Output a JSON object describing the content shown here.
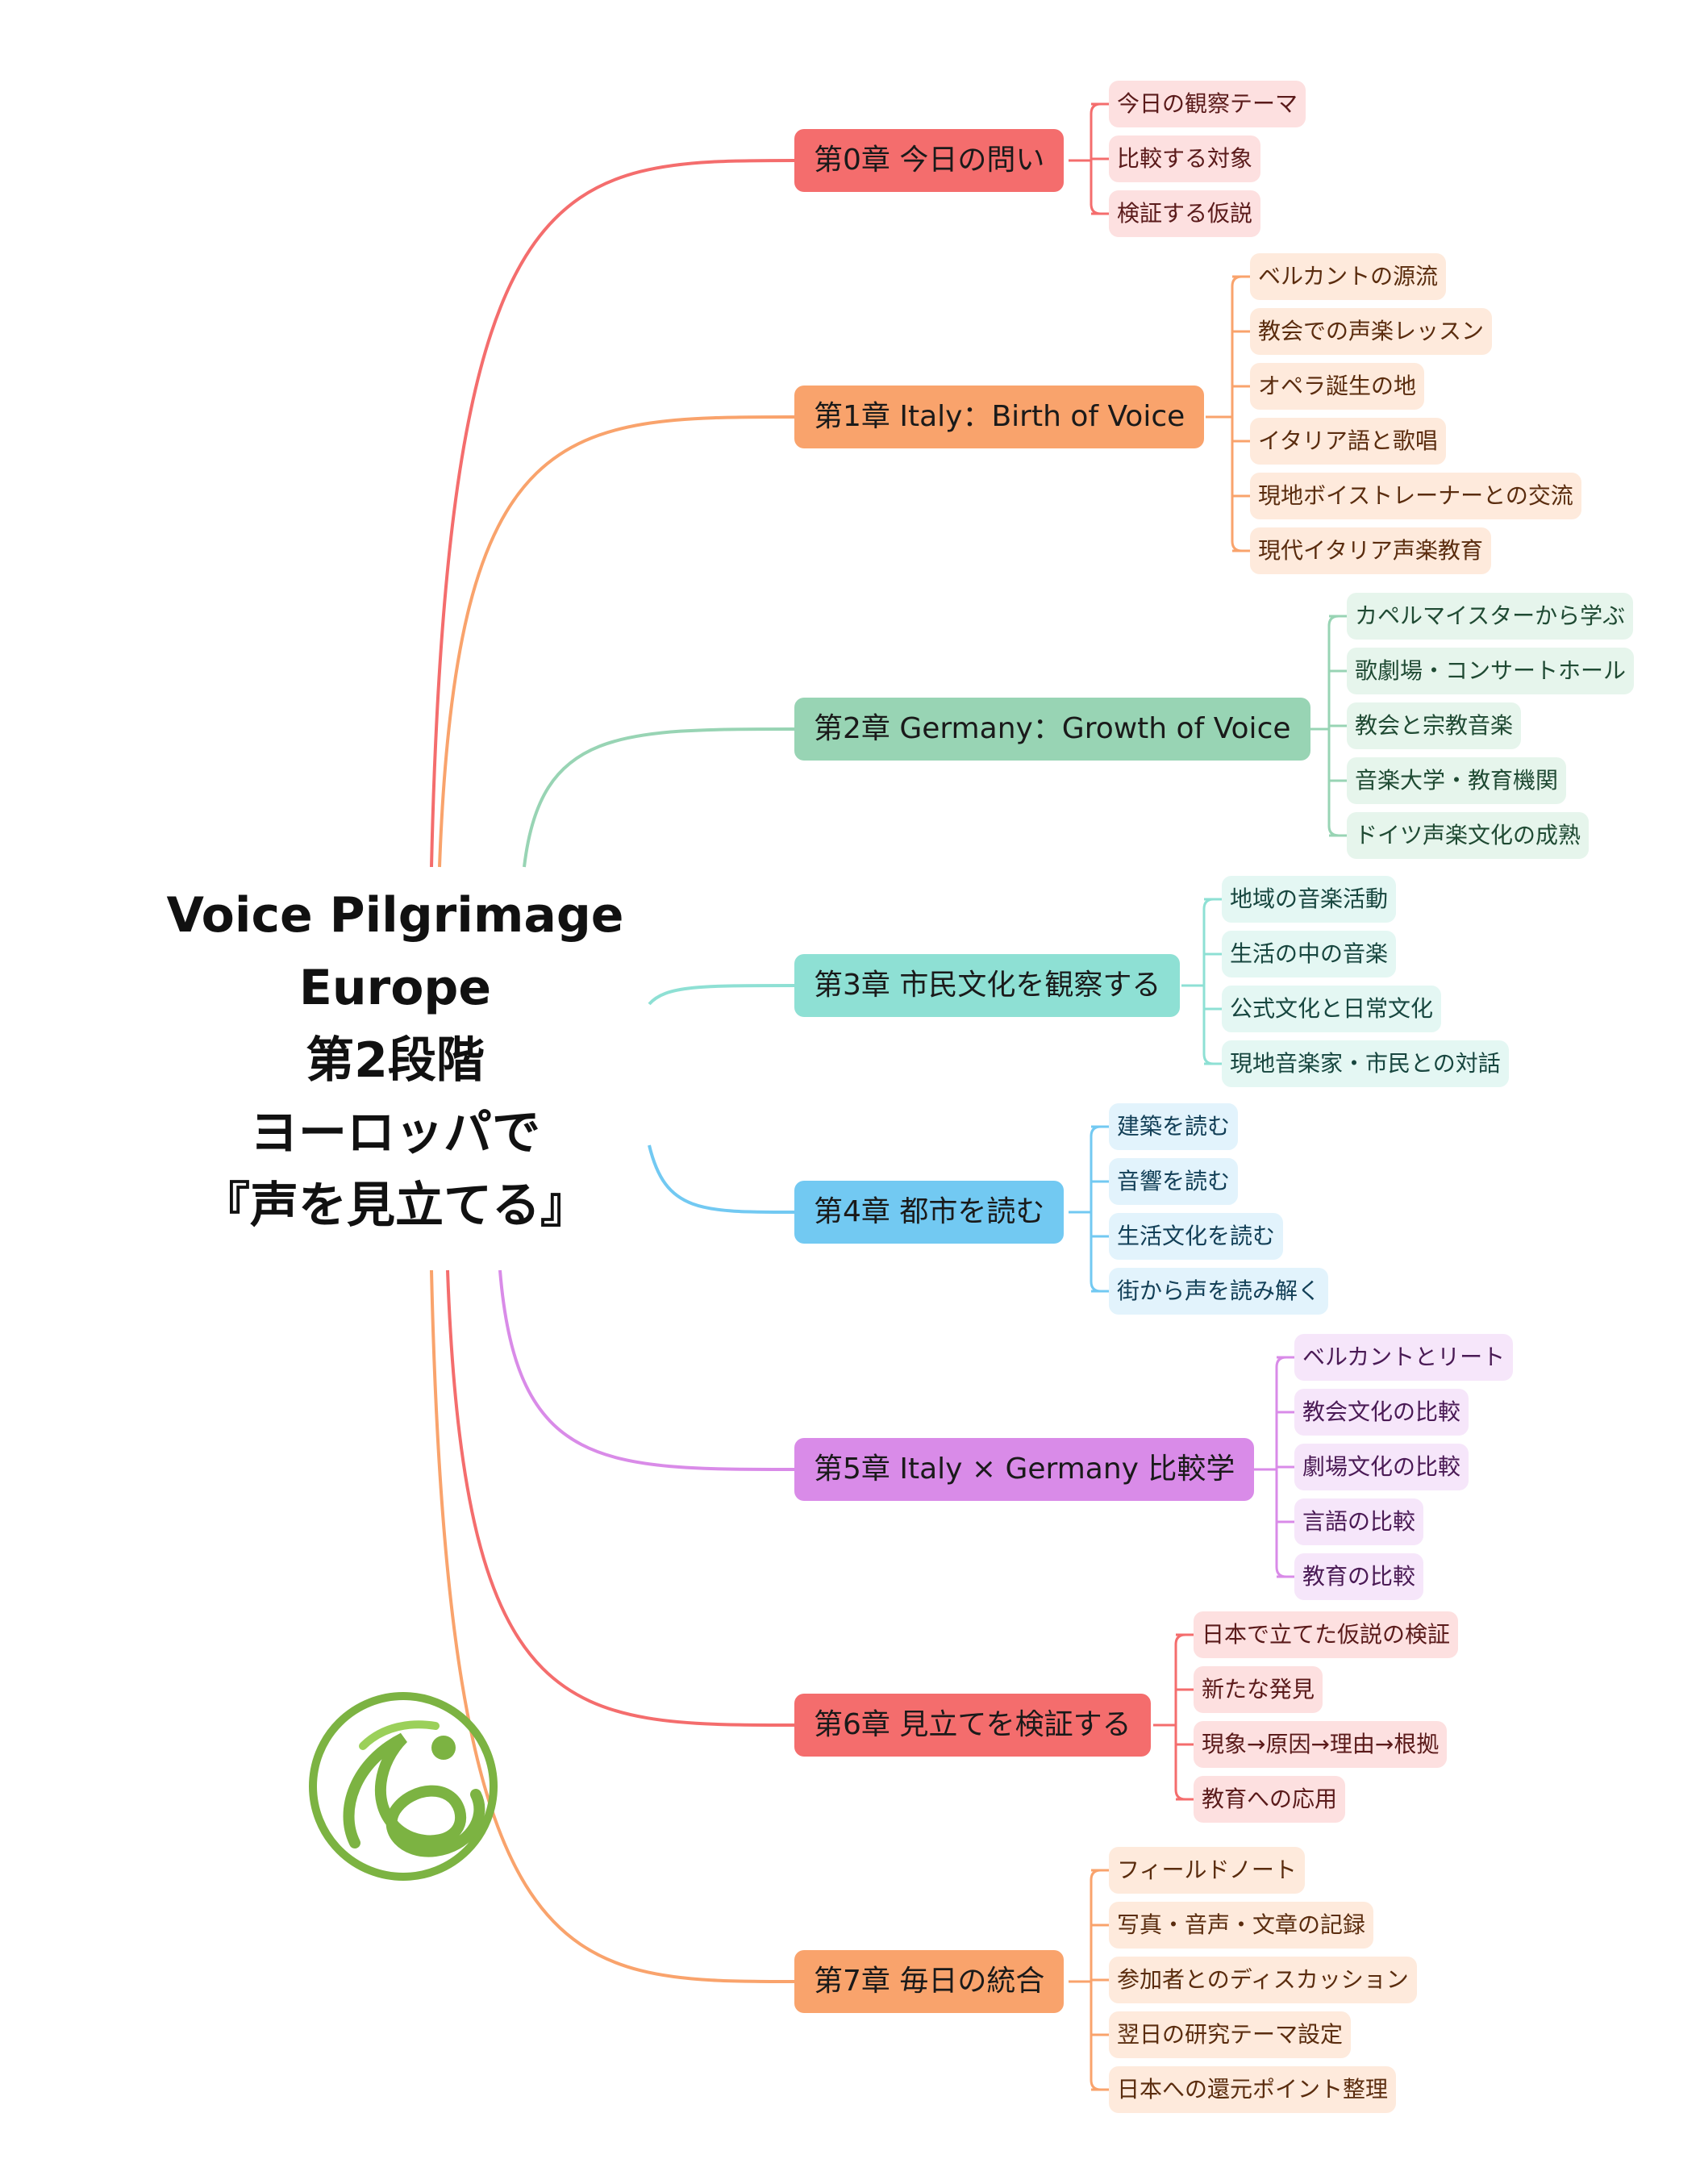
{
  "title": [
    "Voice Pilgrimage",
    "Europe",
    "第2段階",
    "ヨーロッパで",
    "『声を見立てる』"
  ],
  "chapters": [
    {
      "label": "第0章 今日の問い",
      "color": "#f46d6d",
      "leaf_bg": "#fde0e0",
      "leaf_text": "#5a1a1a",
      "items": [
        "今日の観察テーマ",
        "比較する対象",
        "検証する仮説"
      ]
    },
    {
      "label": "第1章 Italy：Birth of Voice",
      "color": "#f9a36c",
      "leaf_bg": "#feeadc",
      "leaf_text": "#5a2c0e",
      "items": [
        "ベルカントの源流",
        "教会での声楽レッスン",
        "オペラ誕生の地",
        "イタリア語と歌唱",
        "現地ボイストレーナーとの交流",
        "現代イタリア声楽教育"
      ]
    },
    {
      "label": "第2章 Germany：Growth of Voice",
      "color": "#98d4b4",
      "leaf_bg": "#e6f5ec",
      "leaf_text": "#1f4a33",
      "items": [
        "カペルマイスターから学ぶ",
        "歌劇場・コンサートホール",
        "教会と宗教音楽",
        "音楽大学・教育機関",
        "ドイツ声楽文化の成熟"
      ]
    },
    {
      "label": "第3章 市民文化を観察する",
      "color": "#8ee0d4",
      "leaf_bg": "#e4f7f3",
      "leaf_text": "#17463f",
      "items": [
        "地域の音楽活動",
        "生活の中の音楽",
        "公式文化と日常文化",
        "現地音楽家・市民との対話"
      ]
    },
    {
      "label": "第4章 都市を読む",
      "color": "#72c9f2",
      "leaf_bg": "#e2f3fc",
      "leaf_text": "#123f57",
      "items": [
        "建築を読む",
        "音響を読む",
        "生活文化を読む",
        "街から声を読み解く"
      ]
    },
    {
      "label": "第5章 Italy × Germany 比較学",
      "color": "#d98be8",
      "leaf_bg": "#f6e6fa",
      "leaf_text": "#4a1a55",
      "items": [
        "ベルカントとリート",
        "教会文化の比較",
        "劇場文化の比較",
        "言語の比較",
        "教育の比較"
      ]
    },
    {
      "label": "第6章 見立てを検証する",
      "color": "#f46d6d",
      "leaf_bg": "#fde0e0",
      "leaf_text": "#5a1a1a",
      "items": [
        "日本で立てた仮説の検証",
        "新たな発見",
        "現象→原因→理由→根拠",
        "教育への応用"
      ]
    },
    {
      "label": "第7章 毎日の統合",
      "color": "#f9a36c",
      "leaf_bg": "#feeadc",
      "leaf_text": "#5a2c0e",
      "items": [
        "フィールドノート",
        "写真・音声・文章の記録",
        "参加者とのディスカッション",
        "翌日の研究テーマ設定",
        "日本への還元ポイント整理"
      ]
    }
  ],
  "logo": {
    "icon": "green-treble-clef-circle-logo",
    "color": "#7cb342"
  }
}
